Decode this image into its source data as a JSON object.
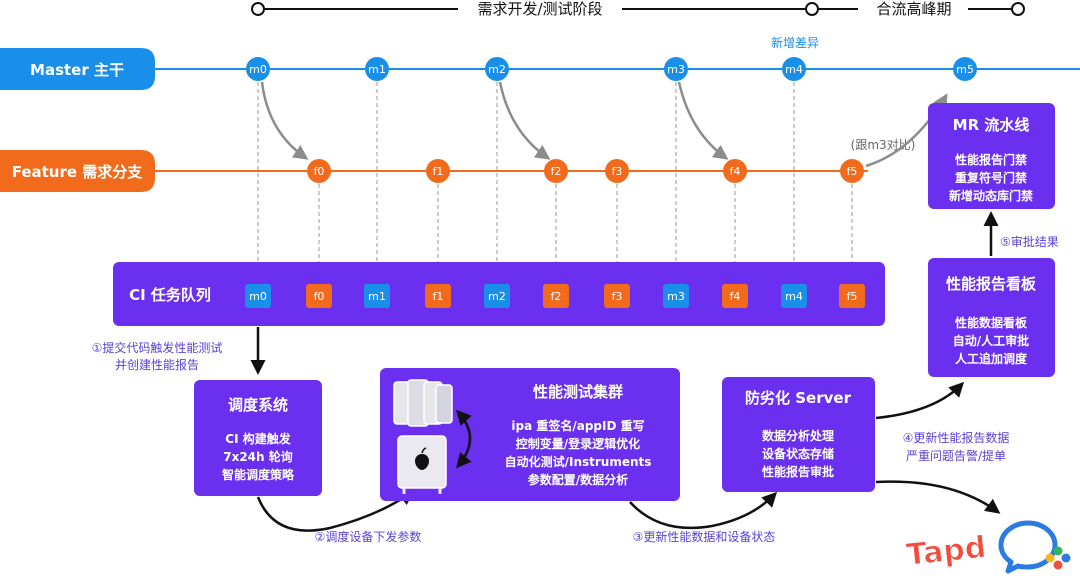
{
  "colors": {
    "master": "#1a8fea",
    "feature": "#f26a1b",
    "panel": "#6b2ff0",
    "note": "#5b3fd6",
    "dash": "#9a9a9a",
    "curve": "#8c8c8c"
  },
  "timeline": {
    "phase_dev": "需求开发/测试阶段",
    "phase_merge": "合流高峰期"
  },
  "master": {
    "label": "Master 主干",
    "nodes": [
      "m0",
      "m1",
      "m2",
      "m3",
      "m4",
      "m5"
    ],
    "diff_note": "新增差异"
  },
  "feature": {
    "label": "Feature 需求分支",
    "nodes": [
      "f0",
      "f1",
      "f2",
      "f3",
      "f4",
      "f5"
    ],
    "compare_note": "(跟m3对比)"
  },
  "ci_queue": {
    "label": "CI 任务队列",
    "items": [
      "m0",
      "f0",
      "m1",
      "f1",
      "m2",
      "f2",
      "f3",
      "m3",
      "f4",
      "m4",
      "f5"
    ]
  },
  "scheduler": {
    "title": "调度系统",
    "lines": [
      "CI 构建触发",
      "7x24h 轮询",
      "智能调度策略"
    ]
  },
  "perf_cluster": {
    "title": "性能测试集群",
    "lines": [
      "ipa 重签名/appID 重写",
      "控制变量/登录逻辑优化",
      "自动化测试/Instruments",
      "参数配置/数据分析"
    ]
  },
  "server": {
    "title": "防劣化 Server",
    "lines": [
      "数据分析处理",
      "设备状态存储",
      "性能报告审批"
    ]
  },
  "dashboard": {
    "title": "性能报告看板",
    "lines": [
      "性能数据看板",
      "自动/人工审批",
      "人工追加调度"
    ]
  },
  "mr_pipeline": {
    "title": "MR 流水线",
    "lines": [
      "性能报告门禁",
      "重复符号门禁",
      "新增动态库门禁"
    ]
  },
  "steps": {
    "s1_a": "①提交代码触发性能测试",
    "s1_b": "并创建性能报告",
    "s2": "②调度设备下发参数",
    "s3": "③更新性能数据和设备状态",
    "s4_a": "④更新性能报告数据",
    "s4_b": "严重问题告警/提单",
    "s5": "⑤审批结果"
  },
  "logos": {
    "tapd": "Tapd"
  }
}
